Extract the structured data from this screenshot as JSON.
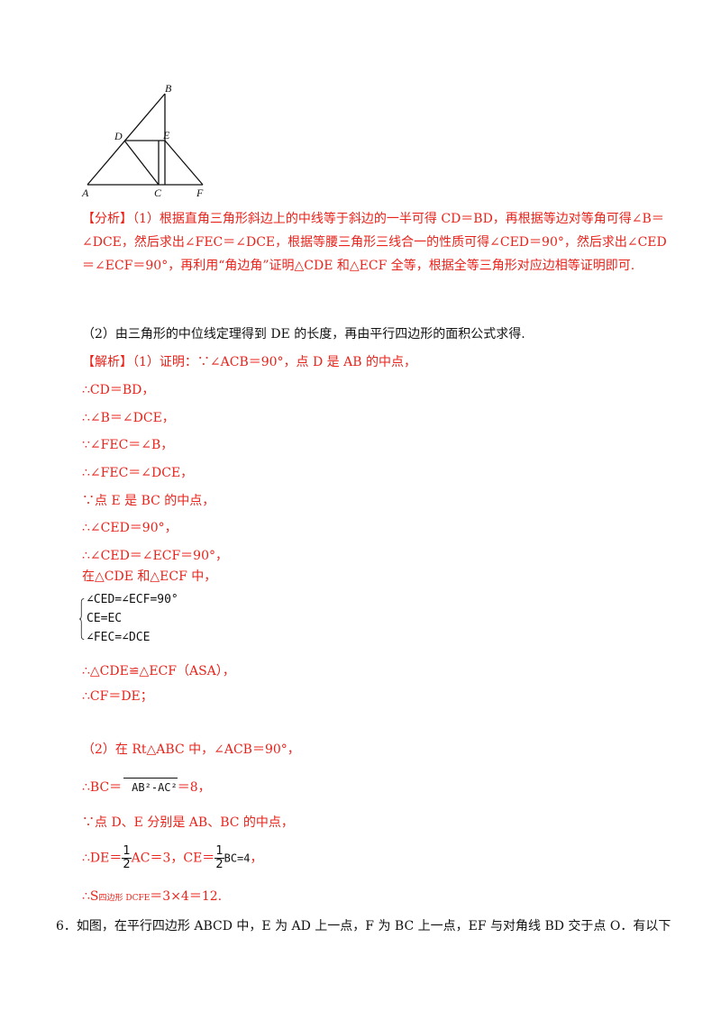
{
  "figure": {
    "labels": {
      "A": "A",
      "B": "B",
      "C": "C",
      "D": "D",
      "E": "E",
      "F": "F"
    }
  },
  "analysis": {
    "tag": "【分析】",
    "p1": "（1）根据直角三角形斜边上的中线等于斜边的一半可得 CD＝BD，再根据等边对等角可得∠B＝∠DCE，然后求出∠FEC＝∠DCE，根据等腰三角形三线合一的性质可得∠CED＝90°，然后求出∠CED＝∠ECF＝90°，再利用“角边角”证明△CDE 和△ECF 全等，根据全等三角形对应边相等证明即可.",
    "p2": "（2）由三角形的中位线定理得到 DE 的长度，再由平行四边形的面积公式求得."
  },
  "solution": {
    "tag": "【解析】",
    "l1": "（1）证明：∵∠ACB＝90°，点 D 是 AB 的中点，",
    "l2": "∴CD＝BD，",
    "l3": "∴∠B＝∠DCE，",
    "l4": "∵∠FEC＝∠B，",
    "l5": "∴∠FEC＝∠DCE，",
    "l6": "∵点 E 是 BC 的中点，",
    "l7": "∴∠CED＝90°，",
    "l8": "∴∠CED＝∠ECF＝90°，",
    "l9": "在△CDE 和△ECF 中，",
    "sys1": "∠CED=∠ECF=90°",
    "sys2": "CE=EC",
    "sys3": "∠FEC=∠DCE",
    "l10": "∴△CDE≌△ECF（ASA），",
    "l11": "∴CF＝DE；",
    "p2_l1": "（2）在 Rt△ABC 中，∠ACB＝90°，",
    "p2_l2_pre": "∴BC＝",
    "p2_l2_sqrt": "AB²-AC²",
    "p2_l2_post": "＝8，",
    "p2_l3": "∵点 D、E 分别是 AB、BC 的中点，",
    "p2_l4_pre": "∴DE＝",
    "frac_num": "1",
    "frac_den": "2",
    "p2_l4_mid": "AC＝3，CE＝",
    "p2_l4_bc": "BC=4",
    "p2_l4_end": "，",
    "p2_l5_pre": "∴S",
    "p2_l5_sub": "四边形 DCFE",
    "p2_l5_post": "＝3×4＝12."
  },
  "next_question": "6．如图，在平行四边形 ABCD 中，E 为 AD 上一点，F 为 BC 上一点，EF 与对角线 BD 交于点 O．有以下"
}
